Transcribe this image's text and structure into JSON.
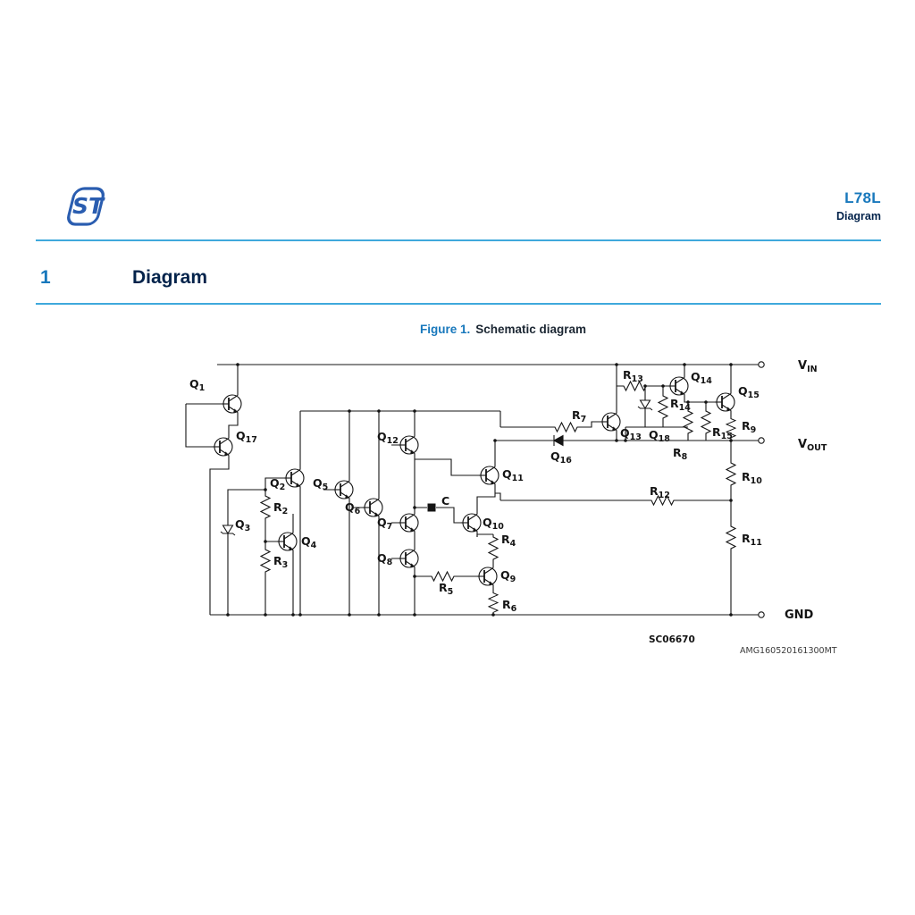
{
  "colors": {
    "accent_blue": "#1878bc",
    "rule_blue": "#3fa9dc",
    "navy": "#03234b",
    "ink": "#141414",
    "logo_blue": "#2a5db0"
  },
  "logo": {
    "text": "ST"
  },
  "header": {
    "product": "L78L",
    "subtitle": "Diagram"
  },
  "section": {
    "number": "1",
    "title": "Diagram"
  },
  "figure": {
    "label": "Figure 1.",
    "title": "Schematic diagram"
  },
  "schematic": {
    "code": "SC06670",
    "ref": "AMG160520161300MT",
    "terminals": {
      "vin": {
        "t": "V",
        "s": "IN"
      },
      "vout": {
        "t": "V",
        "s": "OUT"
      },
      "gnd": "GND"
    },
    "labels": {
      "q1": {
        "t": "Q",
        "s": "1"
      },
      "q2": {
        "t": "Q",
        "s": "2"
      },
      "q3": {
        "t": "Q",
        "s": "3"
      },
      "q4": {
        "t": "Q",
        "s": "4"
      },
      "q5": {
        "t": "Q",
        "s": "5"
      },
      "q6": {
        "t": "Q",
        "s": "6"
      },
      "q7": {
        "t": "Q",
        "s": "7"
      },
      "q8": {
        "t": "Q",
        "s": "8"
      },
      "q9": {
        "t": "Q",
        "s": "9"
      },
      "q10": {
        "t": "Q",
        "s": "10"
      },
      "q11": {
        "t": "Q",
        "s": "11"
      },
      "q12": {
        "t": "Q",
        "s": "12"
      },
      "q13": {
        "t": "Q",
        "s": "13"
      },
      "q14": {
        "t": "Q",
        "s": "14"
      },
      "q15": {
        "t": "Q",
        "s": "15"
      },
      "q16": {
        "t": "Q",
        "s": "16"
      },
      "q17": {
        "t": "Q",
        "s": "17"
      },
      "q18": {
        "t": "Q",
        "s": "18"
      },
      "r2": {
        "t": "R",
        "s": "2"
      },
      "r3": {
        "t": "R",
        "s": "3"
      },
      "r4": {
        "t": "R",
        "s": "4"
      },
      "r5": {
        "t": "R",
        "s": "5"
      },
      "r6": {
        "t": "R",
        "s": "6"
      },
      "r7": {
        "t": "R",
        "s": "7"
      },
      "r8": {
        "t": "R",
        "s": "8"
      },
      "r9": {
        "t": "R",
        "s": "9"
      },
      "r10": {
        "t": "R",
        "s": "10"
      },
      "r11": {
        "t": "R",
        "s": "11"
      },
      "r12": {
        "t": "R",
        "s": "12"
      },
      "r13": {
        "t": "R",
        "s": "13"
      },
      "r14": {
        "t": "R",
        "s": "14"
      },
      "r15": {
        "t": "R",
        "s": "15"
      },
      "c": {
        "t": "C",
        "s": ""
      }
    }
  }
}
